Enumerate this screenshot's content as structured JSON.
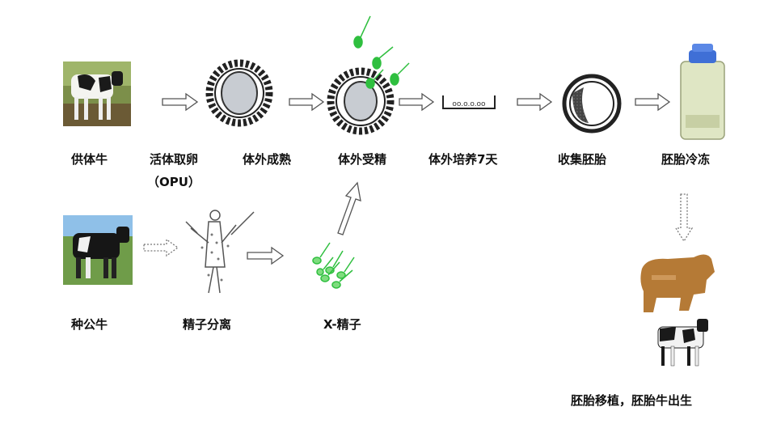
{
  "top_row": {
    "donor_cow": "供体牛",
    "opu_line1": "活体取卵",
    "opu_line2": "（OPU）",
    "in_vitro_maturation": "体外成熟",
    "in_vitro_fertilization": "体外受精",
    "in_vitro_culture": "体外培养7天",
    "embryo_collection": "收集胚胎",
    "embryo_freezing": "胚胎冷冻"
  },
  "bottom_row": {
    "bull": "种公牛",
    "sperm_sorting": "精子分离",
    "x_sperm": "X-精子"
  },
  "final_step": "胚胎移植，胚胎牛出生",
  "colors": {
    "sperm_green": "#2fbf3f",
    "arrow_outline": "#555555",
    "tank_body": "#dfe6c4",
    "tank_cap": "#3f6fd6",
    "cow_brown": "#b57a36"
  }
}
